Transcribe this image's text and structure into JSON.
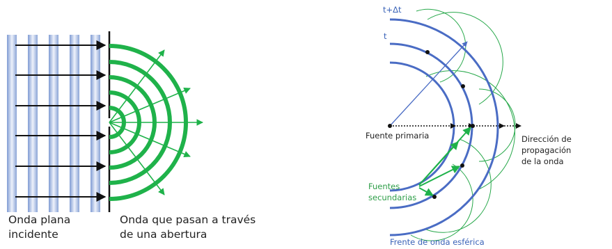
{
  "left": {
    "incident_label": [
      "Onda plana",
      "incidente"
    ],
    "aperture_label": [
      "Onda que pasan a través",
      "de una abertura"
    ]
  },
  "right": {
    "t_dt_label": "t+Δt",
    "t_label": "t",
    "primary_source_label": "Fuente primaria",
    "direction_label": [
      "Dirección de propagación",
      "de la onda"
    ],
    "secondary_label": [
      "Fuentes",
      "secundarias"
    ],
    "front_label": "Frente de onda esférica"
  },
  "colors": {
    "green": "#1fb24a",
    "thin_green": "#27a84a",
    "blue": "#4a6cc4",
    "stripe_blue": "#9db3dd",
    "black": "#111111"
  }
}
